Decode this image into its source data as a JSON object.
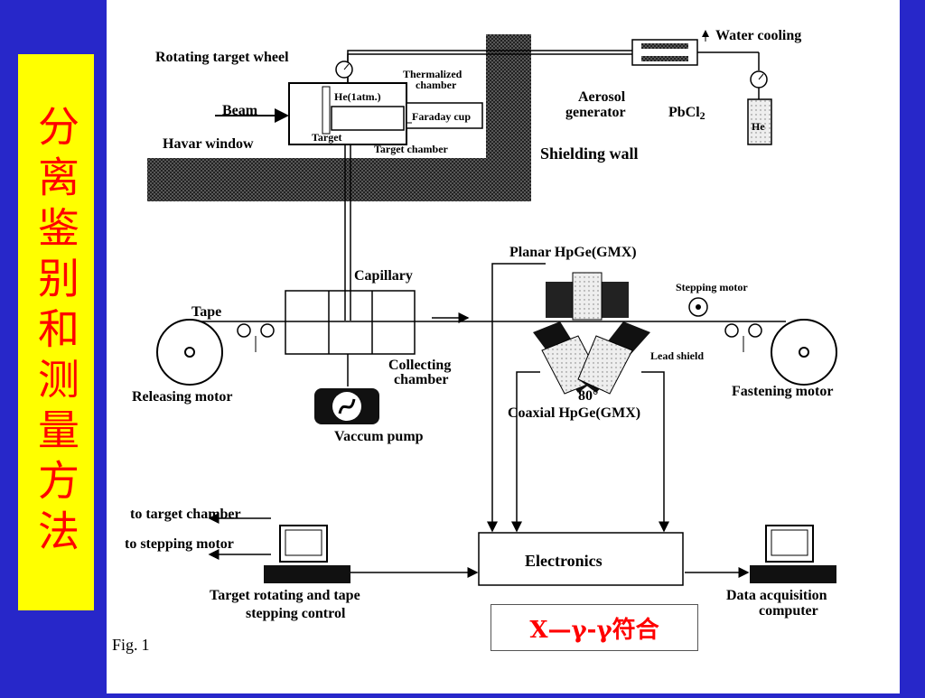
{
  "slide": {
    "title": "分离鉴别和测量方法",
    "fig_label": "Fig.",
    "fig_number": "1",
    "coincidence_label": "X—γ-γ符合",
    "colors": {
      "background": "#2727c9",
      "title_bg": "#ffff00",
      "title_text": "#ff0000",
      "coincidence_text": "#ff0000"
    }
  },
  "diagram": {
    "rotating_target_wheel": "Rotating target wheel",
    "beam": "Beam",
    "havar_window": "Havar window",
    "he_atm": "He(1atm.)",
    "target": "Target",
    "thermalized_chamber_1": "Thermalized",
    "thermalized_chamber_2": "chamber",
    "faraday_cup": "Faraday cup",
    "target_chamber": "Target chamber",
    "water_cooling": "Water cooling",
    "aerosol_generator_1": "Aerosol",
    "aerosol_generator_2": "generator",
    "pbcl2": "PbCl",
    "pbcl2_sub": "2",
    "he_bottle": "He",
    "shielding_wall": "Shielding wall",
    "capillary": "Capillary",
    "planar_hpge": "Planar HpGe(GMX)",
    "stepping_motor": "Stepping motor",
    "tape": "Tape",
    "lead_shield": "Lead shield",
    "collecting_chamber_1": "Collecting",
    "collecting_chamber_2": "chamber",
    "angle": "80°",
    "releasing_motor": "Releasing motor",
    "coaxial_hpge": "Coaxial HpGe(GMX)",
    "fastening_motor": "Fastening motor",
    "vaccum_pump": "Vaccum pump",
    "to_target_chamber": "to target chamber",
    "to_stepping_motor": "to stepping motor",
    "electronics": "Electronics",
    "target_control_1": "Target rotating and tape",
    "target_control_2": "stepping control",
    "daq_computer_1": "Data acquisition",
    "daq_computer_2": "computer"
  }
}
